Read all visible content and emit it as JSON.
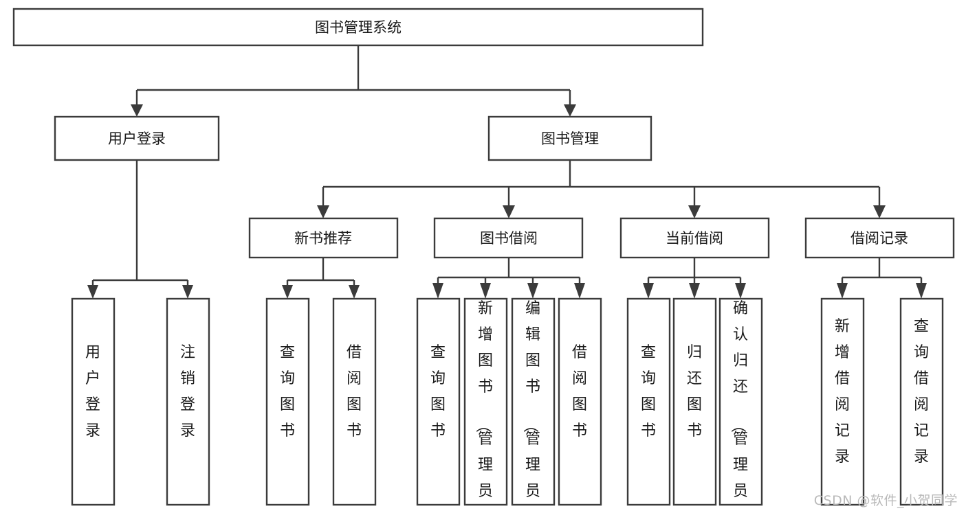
{
  "diagram": {
    "title": "图书管理系统",
    "type": "tree-hierarchy",
    "orientation": "top-down",
    "colors": {
      "box_stroke": "#3b3b3b",
      "box_fill": "#ffffff",
      "connector": "#3b3b3b",
      "text": "#1a1a1a",
      "watermark": "#b9b9b9",
      "background": "#ffffff"
    },
    "root": {
      "label": "图书管理系统",
      "name": "root-node-book-management-system"
    },
    "level2": [
      {
        "label": "用户登录",
        "name": "node-user-login"
      },
      {
        "label": "图书管理",
        "name": "node-book-management"
      }
    ],
    "level3": [
      {
        "label": "新书推荐",
        "name": "node-new-book-recommendation"
      },
      {
        "label": "图书借阅",
        "name": "node-book-borrowing"
      },
      {
        "label": "当前借阅",
        "name": "node-current-borrowing"
      },
      {
        "label": "借阅记录",
        "name": "node-borrow-records"
      }
    ],
    "leaves": {
      "user_login": [
        {
          "label": "用户登录",
          "name": "leaf-user-login"
        },
        {
          "label": "注销登录",
          "name": "leaf-logout"
        }
      ],
      "new_book_recommendation": [
        {
          "label": "查询图书",
          "name": "leaf-query-books-recommend"
        },
        {
          "label": "借阅图书",
          "name": "leaf-borrow-books-recommend"
        }
      ],
      "book_borrowing": [
        {
          "label": "查询图书",
          "name": "leaf-query-books-borrowing"
        },
        {
          "label": "新增图书（管理员）",
          "name": "leaf-add-book-admin"
        },
        {
          "label": "编辑图书（管理员）",
          "name": "leaf-edit-book-admin"
        },
        {
          "label": "借阅图书",
          "name": "leaf-borrow-books-borrowing"
        }
      ],
      "current_borrowing": [
        {
          "label": "查询图书",
          "name": "leaf-query-books-current"
        },
        {
          "label": "归还图书",
          "name": "leaf-return-books"
        },
        {
          "label": "确认归还（管理员）",
          "name": "leaf-confirm-return-admin"
        }
      ],
      "borrow_records": [
        {
          "label": "新增借阅记录",
          "name": "leaf-add-borrow-record"
        },
        {
          "label": "查询借阅记录",
          "name": "leaf-query-borrow-record"
        }
      ]
    },
    "watermark": "CSDN @软件_小贺同学"
  }
}
